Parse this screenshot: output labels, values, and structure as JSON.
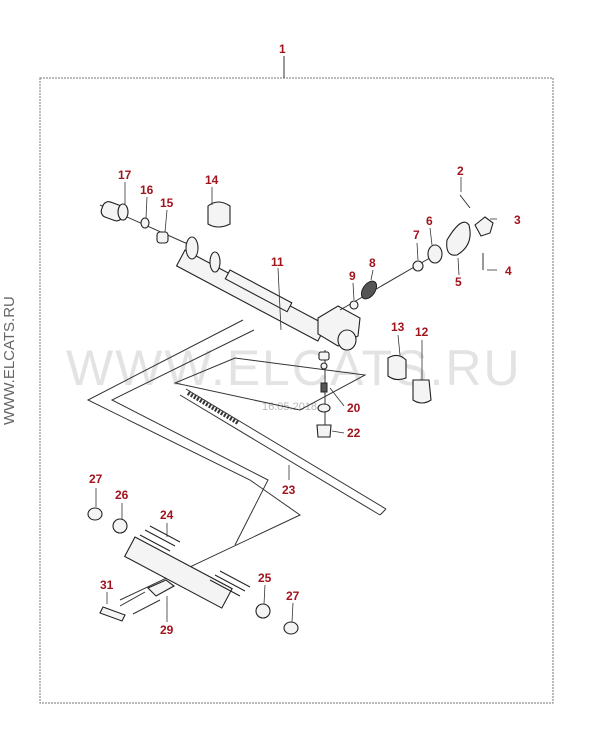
{
  "diagram": {
    "watermark": "WWW.ELCATS.RU",
    "side_watermark": "WWW.ELCATS.RU",
    "date_stamp": "16.05.2018",
    "assembly_label": "1",
    "callouts": {
      "c2": "2",
      "c3": "3",
      "c4": "4",
      "c5": "5",
      "c6": "6",
      "c7": "7",
      "c8": "8",
      "c9": "9",
      "c11": "11",
      "c12": "12",
      "c13": "13",
      "c14": "14",
      "c15": "15",
      "c16": "16",
      "c17": "17",
      "c20": "20",
      "c22": "22",
      "c23": "23",
      "c24": "24",
      "c25": "25",
      "c26": "26",
      "c27a": "27",
      "c27b": "27",
      "c29": "29",
      "c31": "31"
    },
    "label_color": "#a0141e"
  }
}
